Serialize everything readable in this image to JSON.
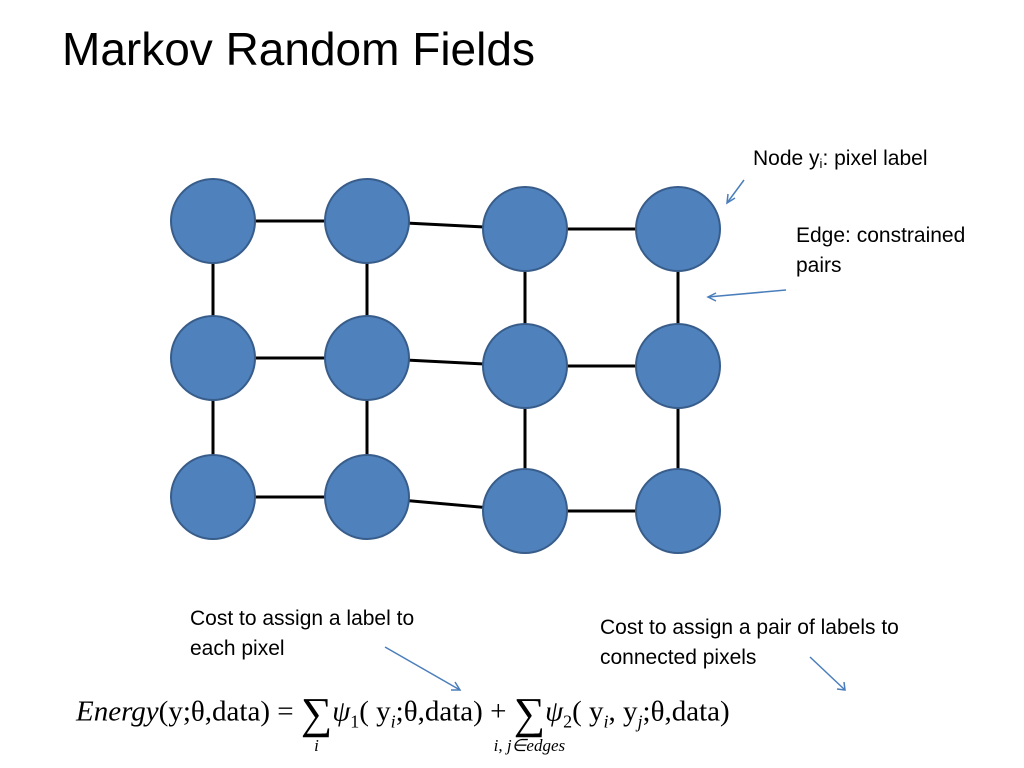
{
  "slide": {
    "title": "Markov Random Fields"
  },
  "labels": {
    "node_prefix": "Node y",
    "node_sub": "i",
    "node_suffix": ": pixel label",
    "edge_line1": "Edge: constrained",
    "edge_line2": "pairs",
    "unary_line1": "Cost to assign a label to",
    "unary_line2": "each pixel",
    "pairwise_line1": "Cost to assign a pair of labels to",
    "pairwise_line2": "connected pixels"
  },
  "formula": {
    "lhs_name": "Energy",
    "lhs_args": "(y;θ,data) =",
    "sum_symbol": "∑",
    "sum1_index": "i",
    "psi": "ψ",
    "psi1_sub": "1",
    "unary_args": "( y",
    "unary_args_sub": "i",
    "unary_args_rest": ";θ,data) +",
    "sum2_index": "i, j∈edges",
    "psi2_sub": "2",
    "pair_args": "( y",
    "pair_args_sub_i": "i",
    "pair_args_mid": ", y",
    "pair_args_sub_j": "j",
    "pair_args_rest": ";θ,data)"
  },
  "colors": {
    "node_fill": "#4F81BD",
    "node_stroke": "#385D8A",
    "edge": "#000000",
    "arrow": "#4A7EBB"
  }
}
